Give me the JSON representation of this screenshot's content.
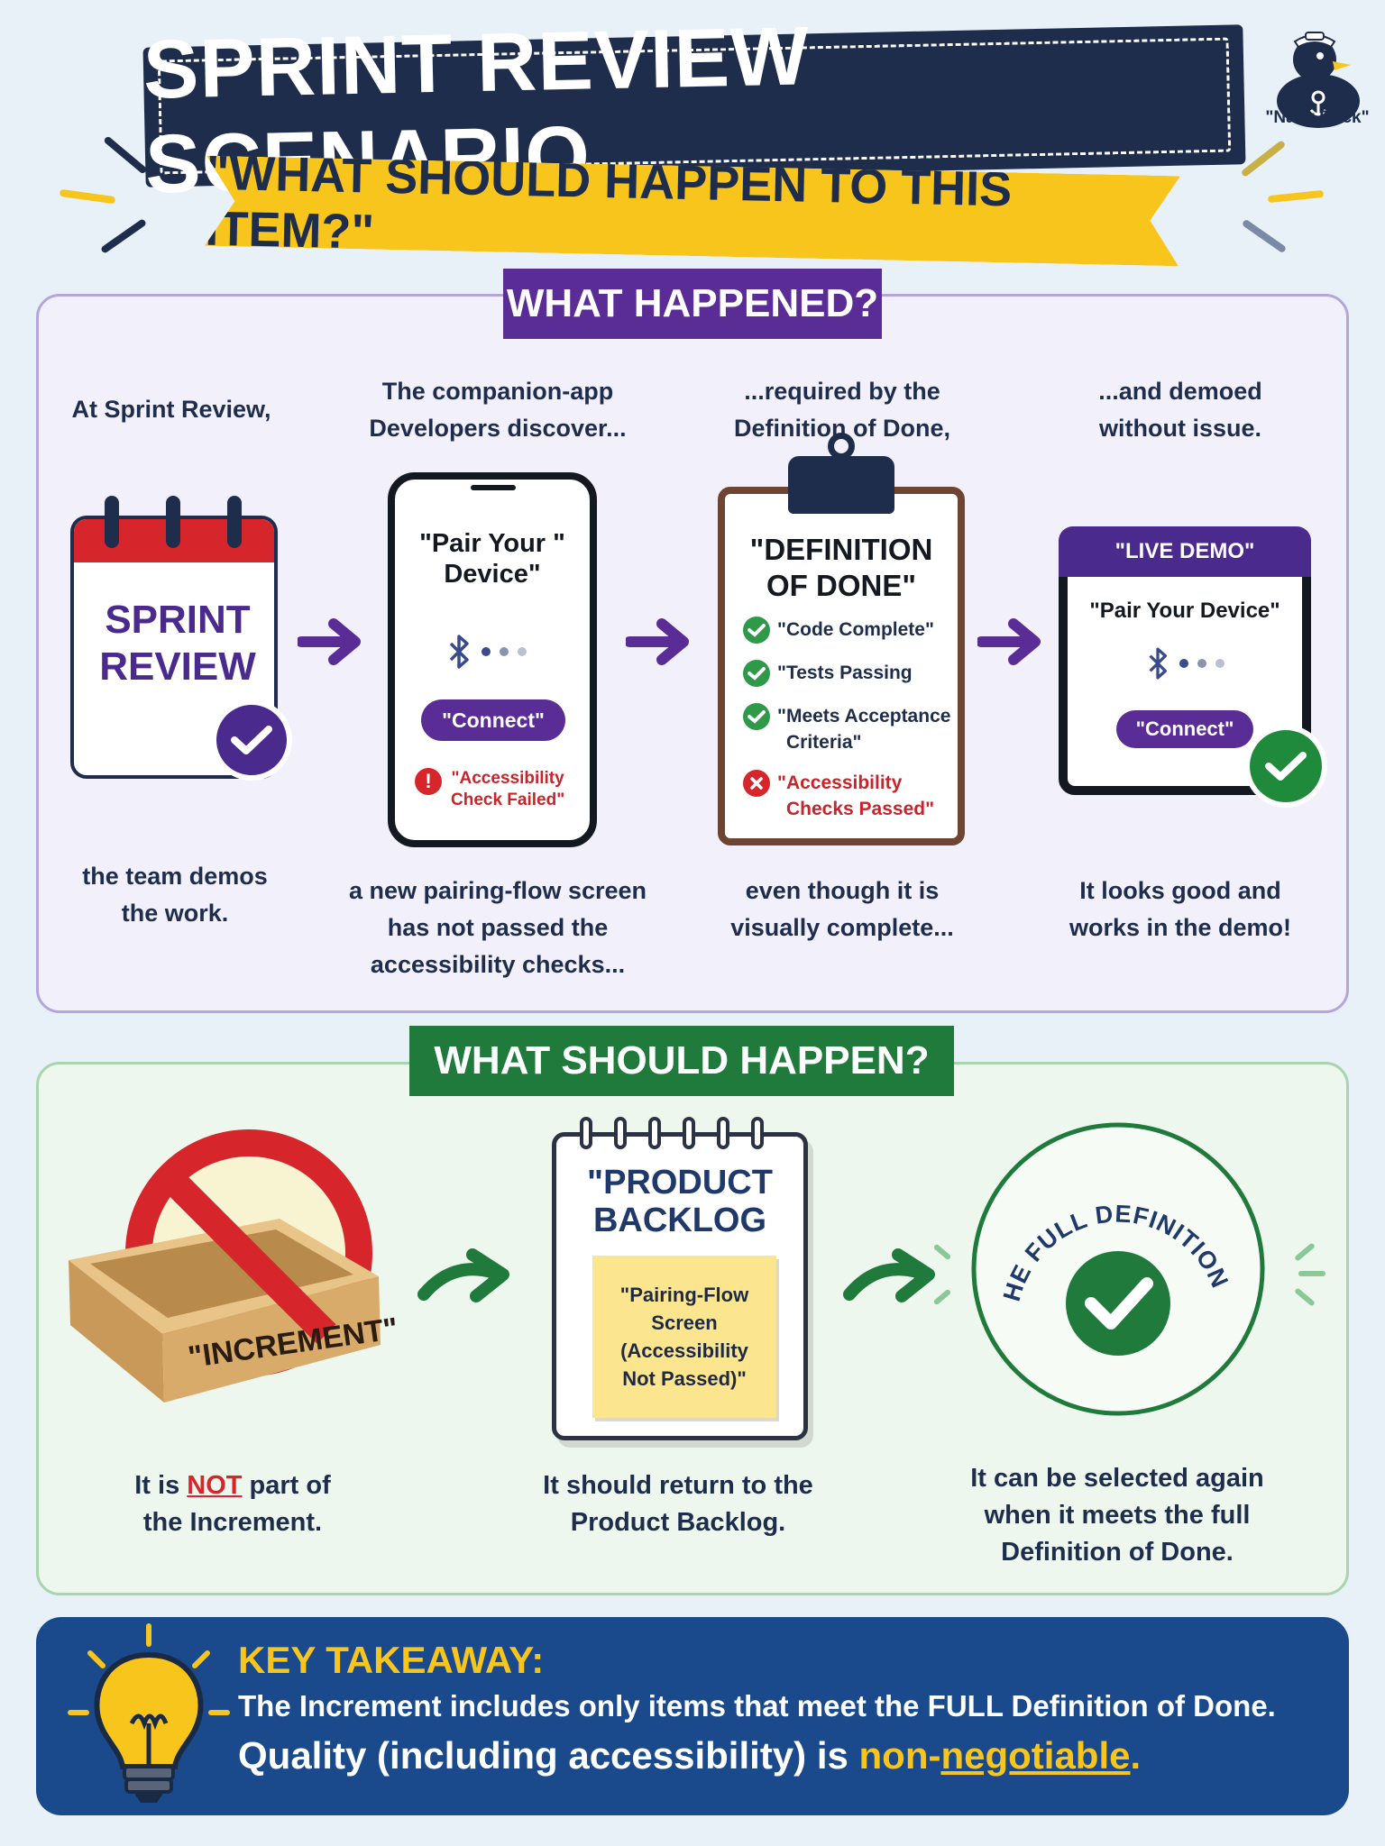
{
  "header": {
    "title": "SPRINT REVIEW SCENARIO",
    "subtitle": "\"WHAT SHOULD HAPPEN TO THIS ITEM?\"",
    "mascot_label": "\"Navy Duck\""
  },
  "section1": {
    "tag": "WHAT HAPPENED?",
    "steps": [
      {
        "caption_top": "At Sprint Review,",
        "art_text_1": "SPRINT",
        "art_text_2": "REVIEW",
        "caption_bottom_1": "the team demos",
        "caption_bottom_2": "the work."
      },
      {
        "caption_top_1": "The companion-app",
        "caption_top_2": "Developers discover...",
        "screen_title_1": "\"Pair Your \"",
        "screen_title_2": "Device\"",
        "button_label": "\"Connect\"",
        "warning_1": "\"Accessibility",
        "warning_2": "Check Failed\"",
        "caption_bottom_1": "a new pairing-flow screen",
        "caption_bottom_2": "has not passed the",
        "caption_bottom_3": "accessibility checks..."
      },
      {
        "caption_top_1": "...required by the",
        "caption_top_2": "Definition of Done,",
        "clip_title_1": "\"DEFINITION",
        "clip_title_2": "OF DONE\"",
        "items": [
          {
            "status": "pass",
            "line_1": "\"Code Complete\"",
            "line_2": ""
          },
          {
            "status": "pass",
            "line_1": "\"Tests Passing",
            "line_2": ""
          },
          {
            "status": "pass",
            "line_1": "\"Meets Acceptance",
            "line_2": "Criteria\""
          },
          {
            "status": "fail",
            "line_1": "\"Accessibility",
            "line_2": "Checks Passed\""
          }
        ],
        "caption_bottom_1": "even though it is",
        "caption_bottom_2": "visually complete..."
      },
      {
        "caption_top_1": "...and demoed",
        "caption_top_2": "without issue.",
        "tablet_header": "\"LIVE DEMO\"",
        "screen_title": "\"Pair Your Device\"",
        "button_label": "\"Connect\"",
        "caption_bottom_1": "It looks good and",
        "caption_bottom_2": "works in the demo!"
      }
    ]
  },
  "section2": {
    "tag": "WHAT SHOULD HAPPEN?",
    "box_label": "\"INCREMENT\"",
    "caption1_pre": "It is ",
    "caption1_not": "NOT",
    "caption1_post": " part of",
    "caption1_line2": "the Increment.",
    "notebook_title_1": "\"PRODUCT",
    "notebook_title_2": "BACKLOG",
    "sticky_1": "\"Pairing-Flow",
    "sticky_2": "Screen",
    "sticky_3": "(Accessibility",
    "sticky_4": "Not Passed)\"",
    "caption2_line1": "It should return to the",
    "caption2_line2": "Product Backlog.",
    "seal_text": "\"MEETS THE FULL DEFINITION OF DONE\"",
    "caption3_line1": "It can be selected again",
    "caption3_line2": "when it meets the full",
    "caption3_line3": "Definition of Done."
  },
  "takeaway": {
    "heading": "KEY TAKEAWAY:",
    "line1": "The Increment includes only items that meet the FULL Definition of Done.",
    "line2_pre": "Quality (including accessibility) is ",
    "line2_hl1": "non-",
    "line2_hl2": "negotiable",
    "line2_post": "."
  },
  "colors": {
    "navy": "#1f2d4d",
    "yellow": "#f7c51b",
    "purple": "#5a2d96",
    "green": "#1f7a3c",
    "red": "#d7262b",
    "blue": "#1b4a8c"
  }
}
